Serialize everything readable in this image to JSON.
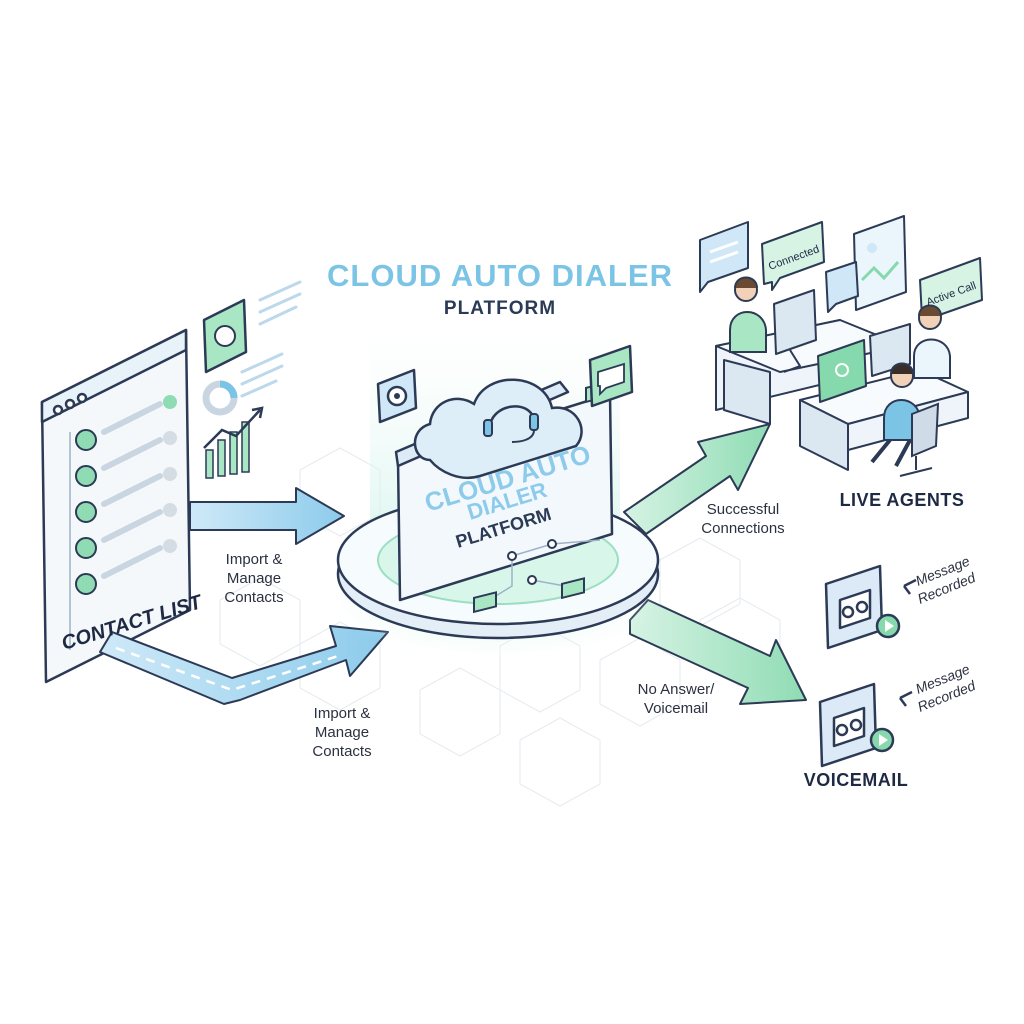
{
  "header": {
    "title": "CLOUD AUTO DIALER",
    "subtitle": "PLATFORM"
  },
  "platform": {
    "line1": "CLOUD AUTO",
    "line2": "DIALER",
    "line3": "PLATFORM"
  },
  "contact_list": {
    "label": "CONTACT LIST"
  },
  "flows": {
    "import_top": [
      "Import &",
      "Manage",
      "Contacts"
    ],
    "import_bottom": [
      "Import &",
      "Manage",
      "Contacts"
    ],
    "success": [
      "Successful",
      "Connections"
    ],
    "no_answer": [
      "No Answer/",
      "Voicemail"
    ]
  },
  "agents": {
    "label": "LIVE AGENTS",
    "bubble_connected": "Connected",
    "bubble_active": "Active Call"
  },
  "voicemail": {
    "label": "VOICEMAIL",
    "msg1": [
      "Message",
      "Recorded"
    ],
    "msg2": [
      "Message",
      "Recorded"
    ]
  },
  "colors": {
    "accent_blue": "#7cc4e6",
    "accent_green": "#86d9ad",
    "outline": "#2c3a56"
  }
}
